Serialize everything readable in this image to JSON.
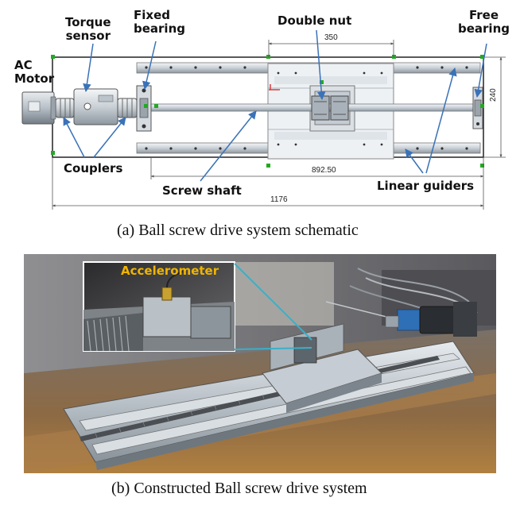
{
  "schematic": {
    "labels": {
      "ac_motor": [
        "AC",
        "Motor"
      ],
      "torque_sensor": [
        "Torque",
        "sensor"
      ],
      "fixed_bearing": [
        "Fixed",
        "bearing"
      ],
      "double_nut": "Double nut",
      "free_bearing": [
        "Free",
        "bearing"
      ],
      "couplers": "Couplers",
      "screw_shaft": "Screw shaft",
      "linear_guiders": "Linear guiders"
    },
    "dimensions": {
      "stroke": "350",
      "shaft_length": "892.50",
      "total_length": "1176",
      "width": "240"
    }
  },
  "photo": {
    "inset_label": "Accelerometer"
  },
  "captions": {
    "a": "(a) Ball screw drive system schematic",
    "b": "(b) Constructed Ball screw drive system"
  },
  "colors": {
    "arrow": "#3a72b8",
    "callout": "#3ab0c8",
    "accent_text": "#f0b400",
    "marker": "#22aa22"
  }
}
